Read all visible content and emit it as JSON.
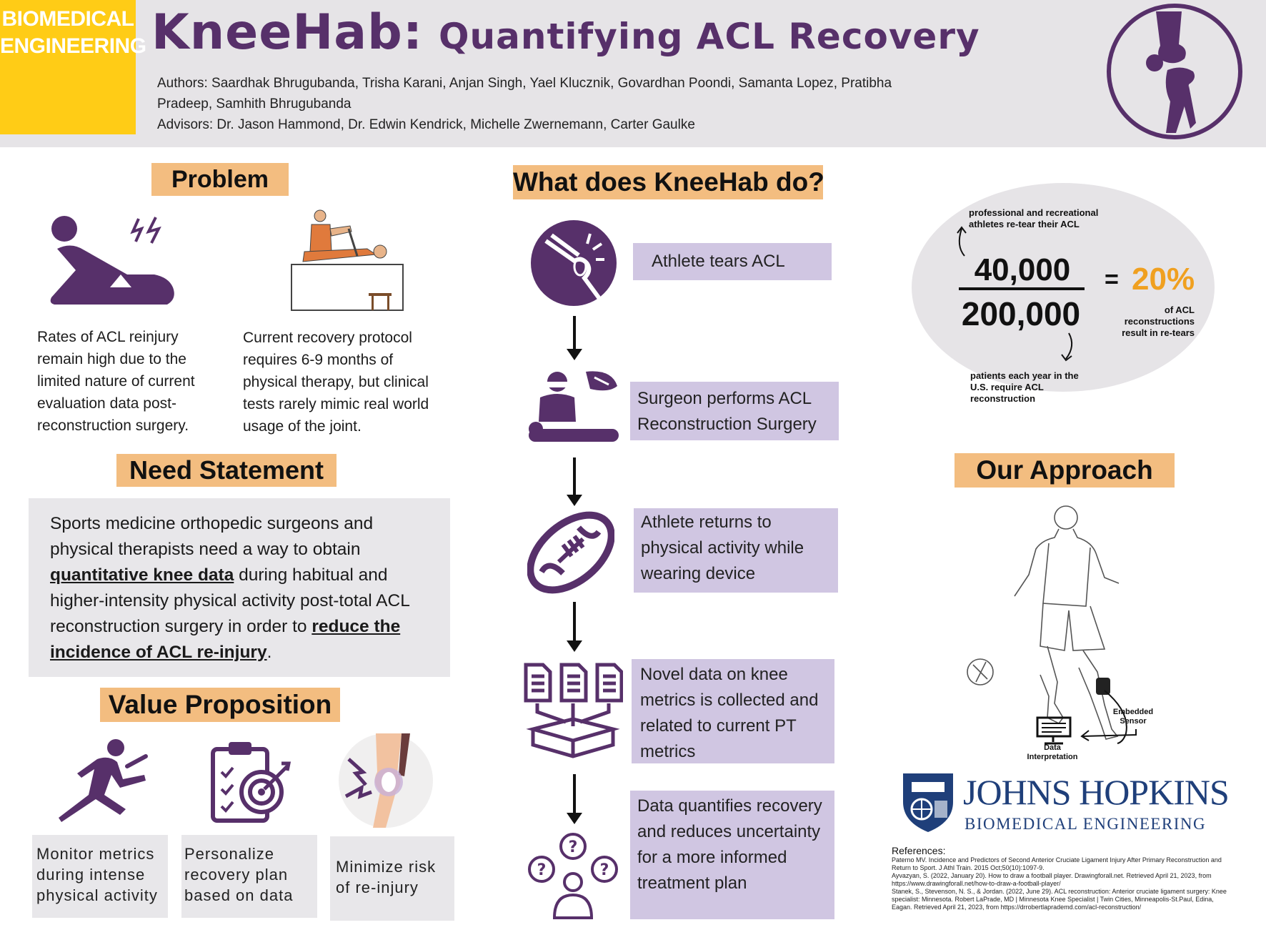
{
  "header": {
    "badge_line1": "BIOMEDICAL",
    "badge_line2": "ENGINEERING",
    "title_main": "KneeHab:",
    "title_sub": "Quantifying ACL Recovery",
    "authors_line1": "Authors: Saardhak Bhrugubanda, Trisha Karani, Anjan Singh, Yael Klucznik, Govardhan Poondi, Samanta Lopez, Pratibha",
    "authors_line2": "Pradeep, Samhith Bhrugubanda",
    "advisors": "Advisors: Dr. Jason Hammond, Dr. Edwin Kendrick, Michelle Zwernemann, Carter Gaulke",
    "logo_icon": "knee-joint-icon"
  },
  "problem": {
    "heading": "Problem",
    "text_left": "Rates of ACL reinjury remain high due to the limited nature of current evaluation data post-reconstruction surgery.",
    "text_right": "Current recovery protocol requires 6-9 months of physical therapy, but clinical tests rarely mimic real world usage of the joint."
  },
  "need": {
    "heading": "Need Statement",
    "part1": "Sports medicine orthopedic surgeons and physical therapists need a way to obtain ",
    "emph1": "quantitative knee data",
    "part2": " during habitual and higher-intensity physical activity post-total ACL reconstruction surgery in order to ",
    "emph2": "reduce the incidence of ACL re-injury",
    "part3": "."
  },
  "value": {
    "heading": "Value Proposition",
    "items": [
      {
        "label": "Monitor metrics during intense physical activity",
        "icon": "runner-icon"
      },
      {
        "label": "Personalize recovery plan based on data",
        "icon": "clipboard-target-icon"
      },
      {
        "label": "Minimize risk of re-injury",
        "icon": "knee-pain-icon"
      }
    ]
  },
  "flow": {
    "heading": "What does KneeHab do?",
    "steps": [
      {
        "label": "Athlete tears ACL",
        "icon": "knee-injury-icon"
      },
      {
        "label": "Surgeon performs ACL Reconstruction Surgery",
        "icon": "surgeon-icon"
      },
      {
        "label": "Athlete returns to physical activity while wearing device",
        "icon": "football-icon"
      },
      {
        "label": "Novel data on knee metrics is collected and related to current PT metrics",
        "icon": "documents-icon"
      },
      {
        "label": "Data quantifies recovery and reduces uncertainty for a more informed treatment plan",
        "icon": "questions-person-icon"
      }
    ]
  },
  "stat": {
    "top_note": "professional and recreational athletes re-tear their ACL",
    "numerator": "40,000",
    "denominator": "200,000",
    "equals": "=",
    "percent": "20%",
    "percent_note": "of ACL reconstructions result in re-tears",
    "bottom_note": "patients each year in the U.S. require ACL reconstruction",
    "percent_color": "#f0a020"
  },
  "approach": {
    "heading": "Our Approach",
    "sensor_label": "Embedded Sensor",
    "data_label": "Data Interpretation"
  },
  "jhu": {
    "name": "JOHNS HOPKINS",
    "dept": "BIOMEDICAL ENGINEERING",
    "color": "#1f3f7a"
  },
  "references": {
    "heading": "References:",
    "items": [
      "Paterno MV. Incidence and Predictors of Second Anterior Cruciate Ligament Injury After Primary Reconstruction and Return to Sport. J Athl Train. 2015 Oct;50(10):1097-9.",
      "Ayvazyan, S. (2022, January 20). How to draw a football player. Drawingforall.net. Retrieved April 21, 2023, from https://www.drawingforall.net/how-to-draw-a-football-player/",
      "Stanek, S., Stevenson, N. S., & Jordan. (2022, June 29). ACL reconstruction: Anterior cruciate ligament surgery: Knee specialist: Minnesota. Robert LaPrade, MD | Minnesota Knee Specialist | Twin Cities, Minneapolis-St.Paul, Edina, Eagan. Retrieved April 21, 2023, from https://drrobertlaprademd.com/acl-reconstruction/"
    ]
  },
  "colors": {
    "purple": "#57306a",
    "orange": "#f3bd80",
    "lavender": "#d0c6e2",
    "yellow": "#ffcc16"
  }
}
